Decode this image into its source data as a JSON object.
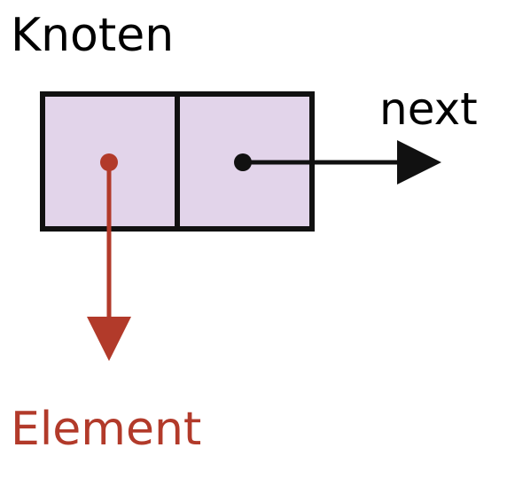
{
  "diagram": {
    "title": "Knoten",
    "next_label": "next",
    "element_label": "Element",
    "colors": {
      "node_fill": "#e2d4ea",
      "node_stroke": "#111111",
      "next_pointer": "#111111",
      "element_pointer": "#b23a2a",
      "element_text": "#b23a2a",
      "text": "#000000"
    }
  }
}
